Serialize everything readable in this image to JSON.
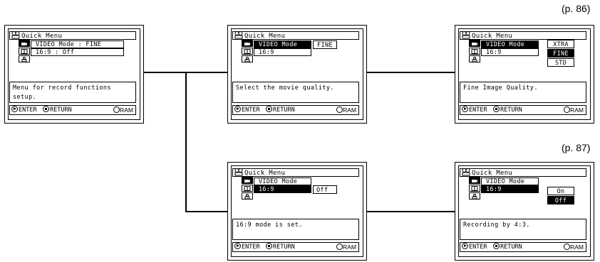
{
  "page_refs": [
    "(p. 86)",
    "(p. 87)"
  ],
  "footer": {
    "enter": "ENTER",
    "return": "RETURN",
    "media": "RAM"
  },
  "screen1": {
    "title": "Quick Menu",
    "rows": [
      "VIDEO Mode   : FINE",
      "16:9         : Off"
    ],
    "message": [
      "Menu for record functions",
      "setup."
    ]
  },
  "screen2": {
    "title": "Quick Menu",
    "rows": [
      "VIDEO Mode",
      "16:9"
    ],
    "option": "FINE",
    "message": [
      "Select the movie quality."
    ]
  },
  "screen3": {
    "title": "Quick Menu",
    "rows": [
      "VIDEO Mode",
      "16:9"
    ],
    "options": [
      "XTRA",
      "FINE",
      "STD"
    ],
    "message": [
      "Fine Image Quality."
    ]
  },
  "screen4": {
    "title": "Quick Menu",
    "rows": [
      "VIDEO Mode",
      "16:9"
    ],
    "option": "Off",
    "message": [
      "16:9 mode is set."
    ]
  },
  "screen5": {
    "title": "Quick Menu",
    "rows": [
      "VIDEO Mode",
      "16:9"
    ],
    "options": [
      "On",
      "Off"
    ],
    "message": [
      "Recording by 4:3."
    ]
  }
}
